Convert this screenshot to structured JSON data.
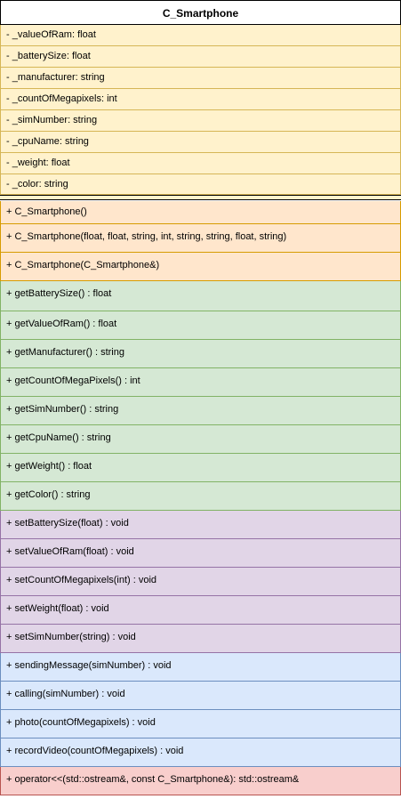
{
  "class_name": "C_Smartphone",
  "attributes": [
    "- _valueOfRam: float",
    "- _batterySize: float",
    "- _manufacturer: string",
    "- _countOfMegapixels: int",
    "- _simNumber: string",
    "- _cpuName: string",
    "- _weight: float",
    "- _color: string"
  ],
  "constructors": [
    "+ C_Smartphone()",
    "+ C_Smartphone(float, float, string, int, string, string, float, string)",
    "+ C_Smartphone(C_Smartphone&)"
  ],
  "getters": [
    "+ getBatterySize() : float",
    "+ getValueOfRam() : float",
    "+ getManufacturer() : string",
    "+ getCountOfMegaPixels() : int",
    "+ getSimNumber() : string",
    "+ getCpuName() : string",
    "+ getWeight() : float",
    "+ getColor() : string"
  ],
  "setters": [
    "+ setBatterySize(float) : void",
    "+ setValueOfRam(float) : void",
    "+ setCountOfMegapixels(int) : void",
    "+ setWeight(float) : void",
    "+ setSimNumber(string) : void"
  ],
  "actions": [
    "+ sendingMessage(simNumber) : void",
    "+ calling(simNumber) : void",
    "+ photo(countOfMegapixels) : void",
    "+ recordVideo(countOfMegapixels) : void"
  ],
  "operators": [
    "+ operator<<(std::ostream&, const C_Smartphone&): std::ostream&"
  ],
  "colors": {
    "attributes_fill": "#fff2cc",
    "constructors_fill": "#ffe6cc",
    "getters_fill": "#d5e8d4",
    "setters_fill": "#e1d5e7",
    "actions_fill": "#dae8fc",
    "operators_fill": "#f8cecc"
  }
}
